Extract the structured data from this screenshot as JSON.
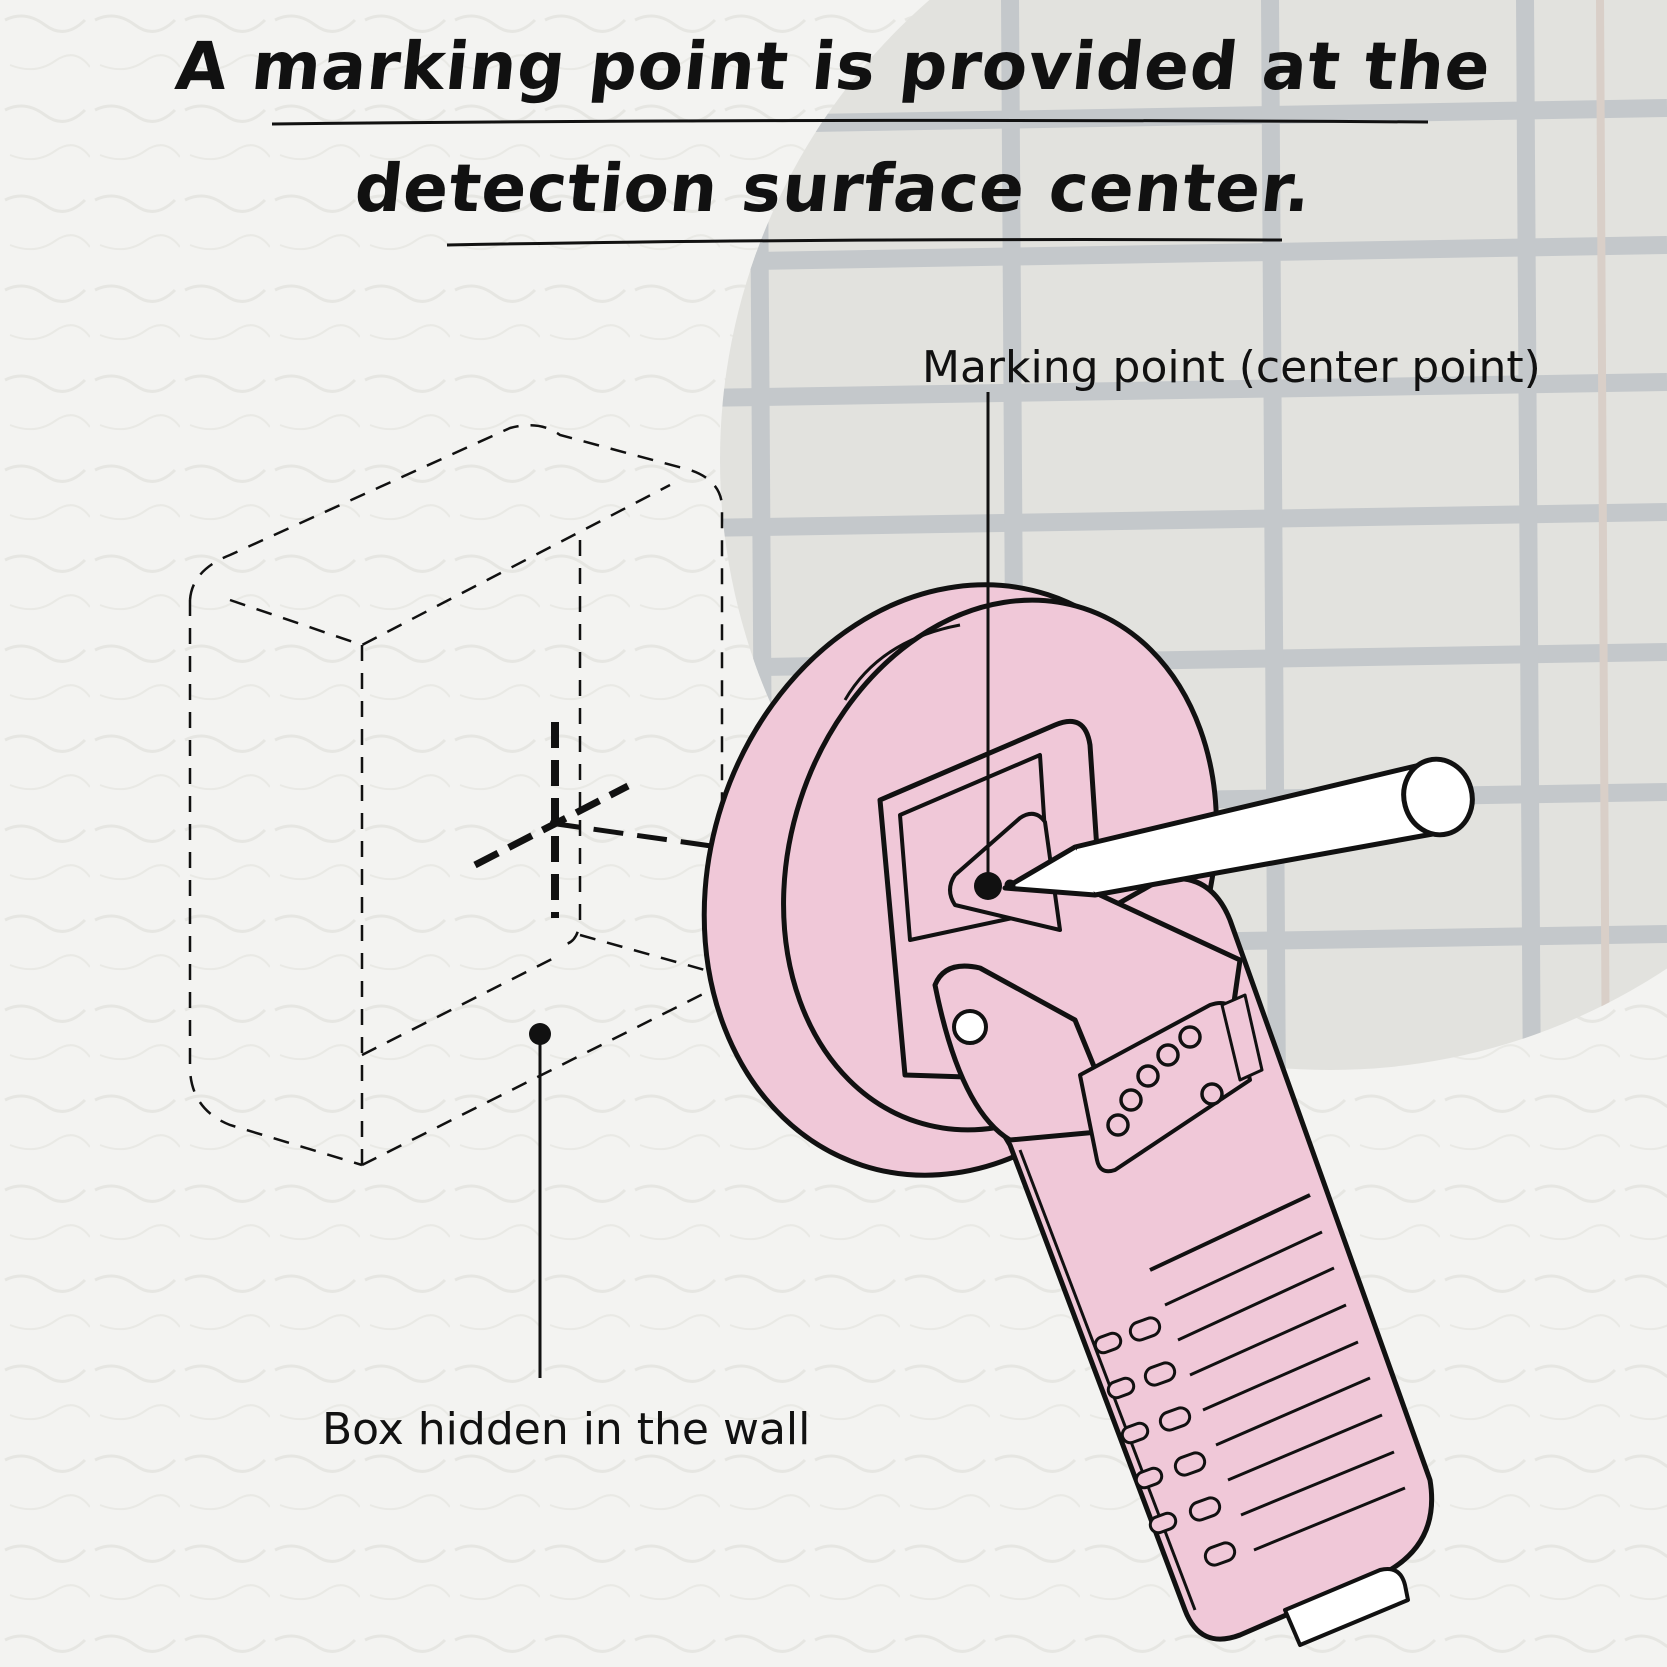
{
  "title": {
    "line1": "A marking point is provided at the",
    "line2": "detection surface center."
  },
  "labels": {
    "marking_point": "Marking point (center point)",
    "hidden_box": "Box hidden in the wall"
  },
  "colors": {
    "background": "#f3f3f1",
    "device_body": "#f0c8d8",
    "outline": "#111111",
    "rebar": "#bfc3c6",
    "pencil": "#ffffff"
  },
  "icons": [
    "detector-device",
    "pencil-icon",
    "hidden-box-outline",
    "rebar-grid"
  ]
}
